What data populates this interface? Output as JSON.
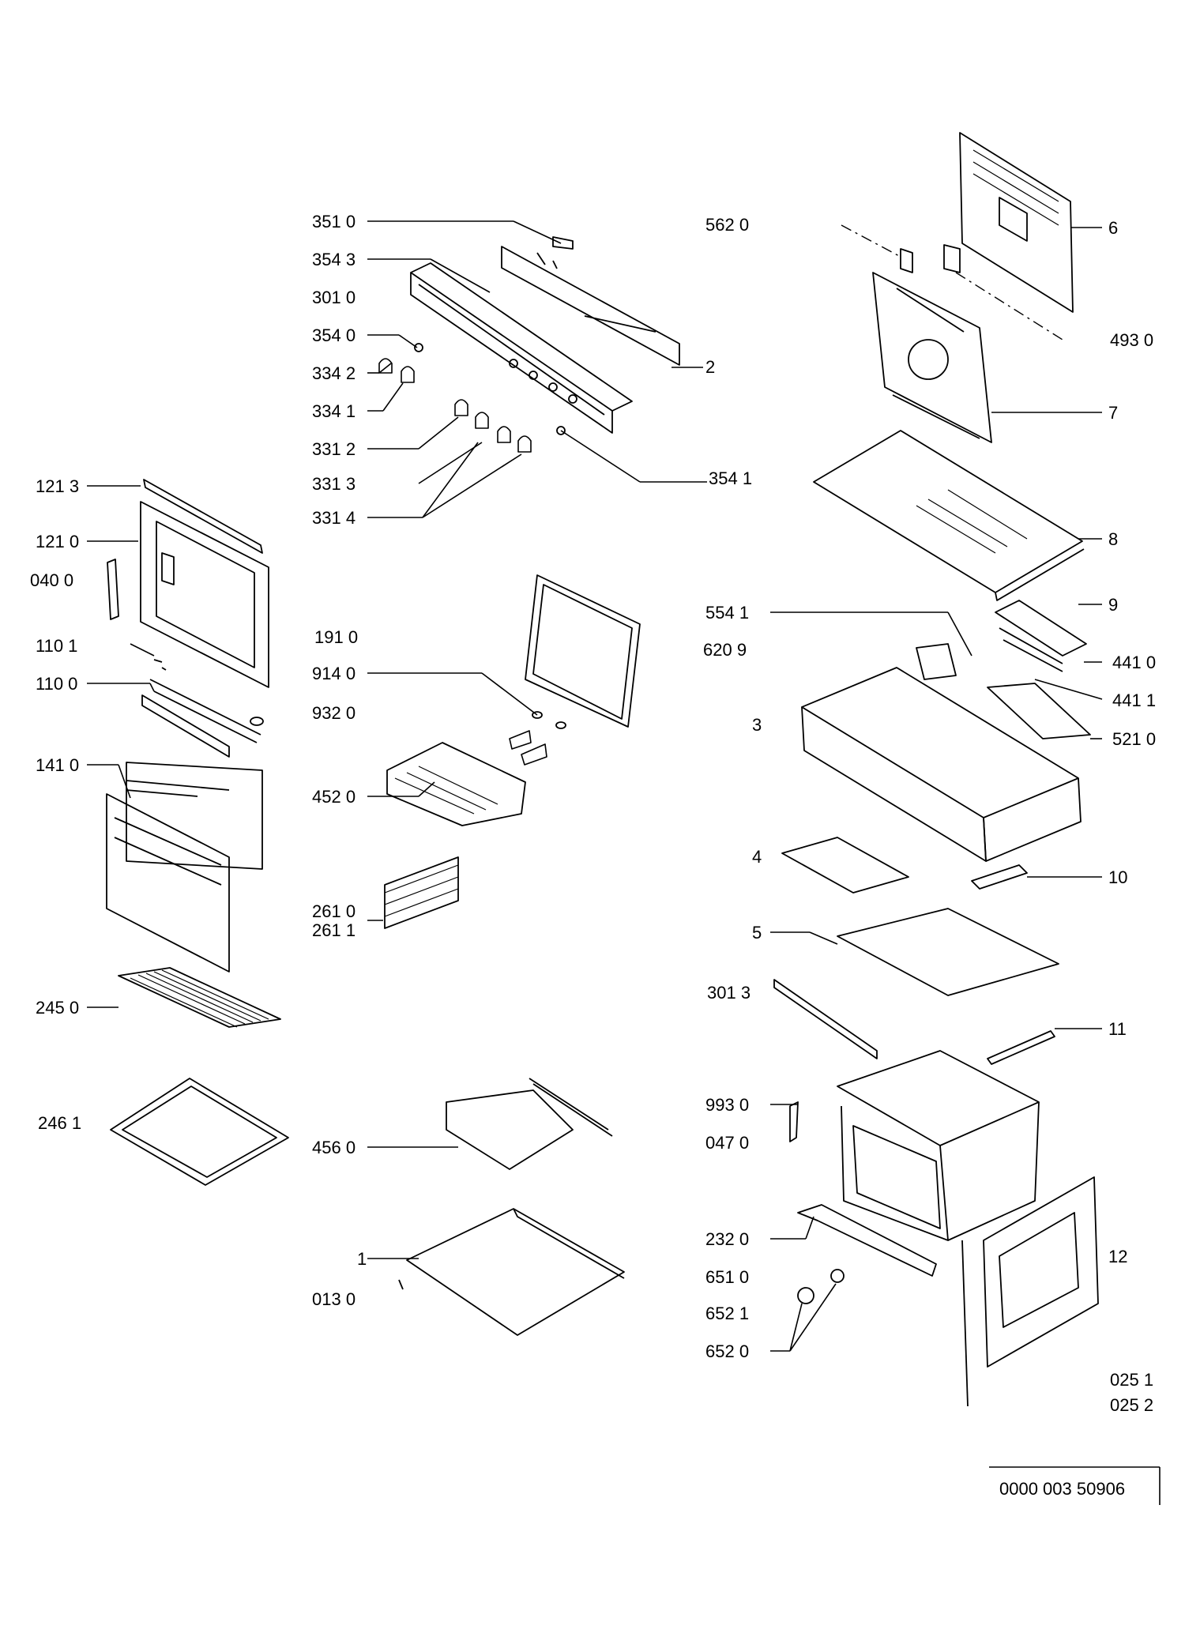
{
  "labels": {
    "l3510": "351 0",
    "l3543": "354 3",
    "l3010": "301 0",
    "l3540": "354 0",
    "l3342": "334 2",
    "l3341": "334 1",
    "l3312": "331 2",
    "l3313": "331 3",
    "l3314": "331 4",
    "l3541": "354 1",
    "l2": "2",
    "l1213": "121 3",
    "l1210": "121 0",
    "l0400": "040 0",
    "l1101": "110 1",
    "l1100": "110 0",
    "l1410": "141 0",
    "l2450": "245 0",
    "l2461": "246 1",
    "l1910": "191 0",
    "l9140": "914 0",
    "l9320": "932 0",
    "l4520": "452 0",
    "l2610": "261 0",
    "l2611": "261 1",
    "l4560": "456 0",
    "l1": "1",
    "l0130": "013 0",
    "l5620": "562 0",
    "l6": "6",
    "l4930": "493 0",
    "l7": "7",
    "l8": "8",
    "l9": "9",
    "l5541": "554 1",
    "l6209": "620 9",
    "l4410": "441 0",
    "l4411": "441 1",
    "l3": "3",
    "l5210": "521 0",
    "l4": "4",
    "l10": "10",
    "l5": "5",
    "l3013": "301 3",
    "l11": "11",
    "l9930": "993 0",
    "l0470": "047 0",
    "l2320": "232 0",
    "l6510": "651 0",
    "l6521": "652 1",
    "l6520": "652 0",
    "l12": "12",
    "l0251": "025 1",
    "l0252": "025 2",
    "docnum": "0000 003 50906"
  }
}
